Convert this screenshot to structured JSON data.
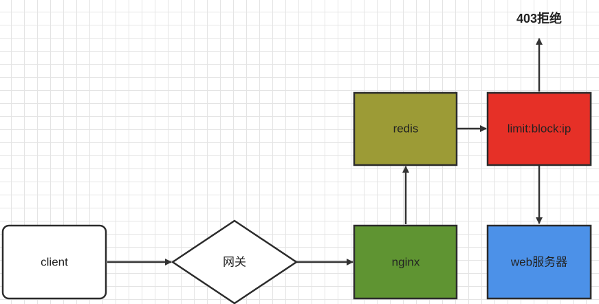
{
  "nodes": {
    "client": {
      "label": "client",
      "fill": "#ffffff"
    },
    "gateway": {
      "label": "网关",
      "fill": "#ffffff"
    },
    "nginx": {
      "label": "nginx",
      "fill": "#5f9432"
    },
    "redis": {
      "label": "redis",
      "fill": "#9c9b36"
    },
    "limit": {
      "label": "limit:block:ip",
      "fill": "#e63027"
    },
    "web": {
      "label": "web服务器",
      "fill": "#4c91e8"
    }
  },
  "reject_label": "403拒绝",
  "colors": {
    "stroke": "#2b2b2b",
    "arrow": "#333333",
    "grid": "#e4e4e4"
  }
}
